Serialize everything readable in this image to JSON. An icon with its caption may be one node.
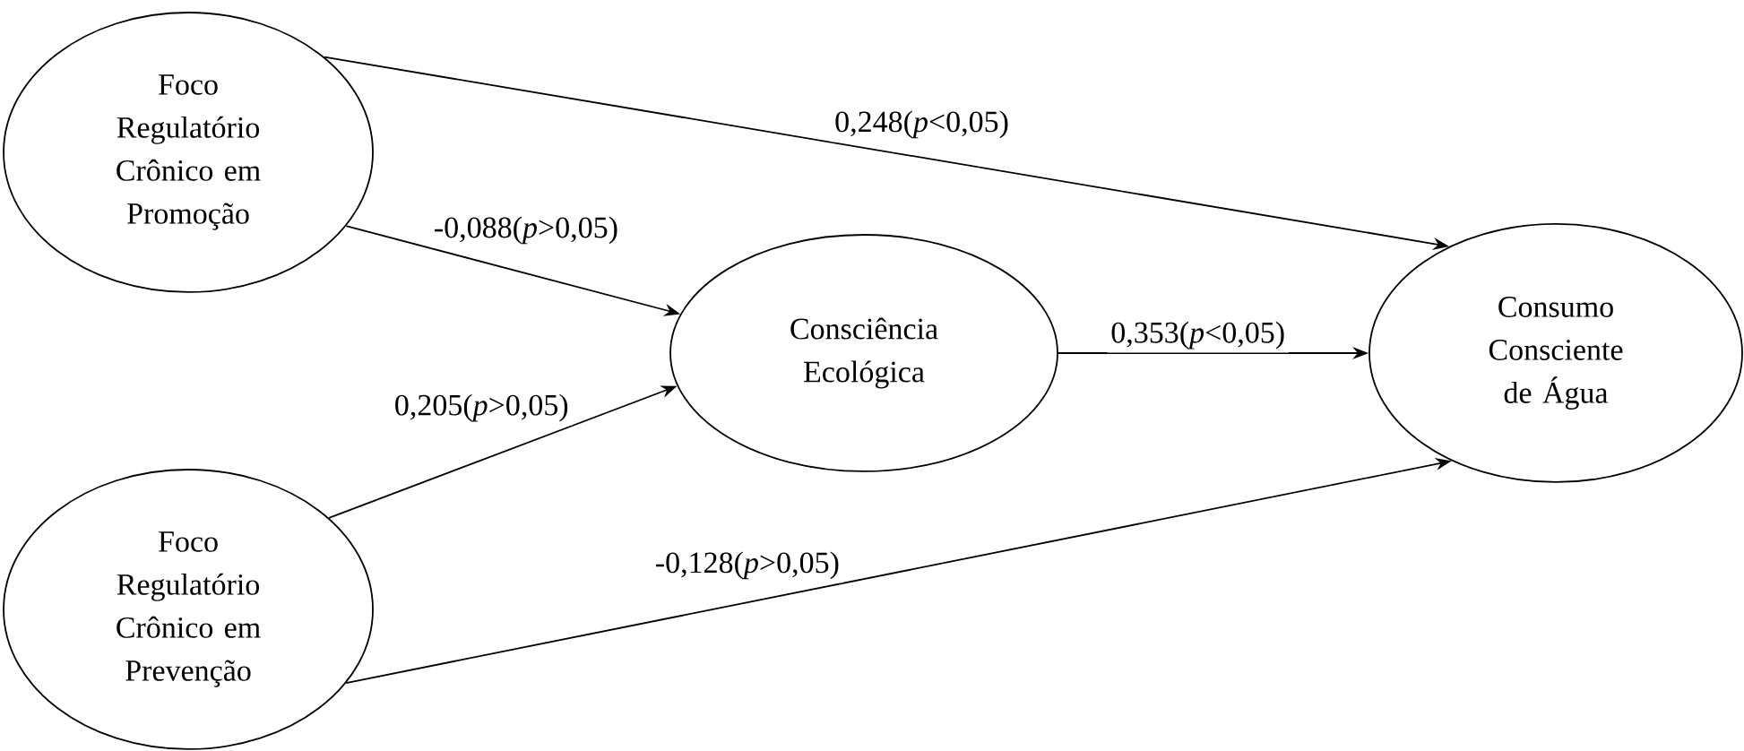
{
  "diagram": {
    "nodes": [
      {
        "text": [
          "Foco Regulatório Crônico em Promoção"
        ]
      },
      {
        "text": [
          "Consciência Ecológica"
        ]
      },
      {
        "text": [
          "Consumo Consciente de Água"
        ]
      },
      {
        "text": [
          "Foco Regulatório Crônico em Prevenção"
        ]
      }
    ],
    "edges": [
      {
        "from": 0,
        "to": 2,
        "arrow": "to",
        "label": "0,248(*p*<0,05)"
      },
      {
        "from": 0,
        "to": 1,
        "arrow": "to",
        "label": "-0,088(*p*>0,05)"
      },
      {
        "from": 1,
        "to": 2,
        "arrow": "to",
        "label": "0,353(*p*<0,05)"
      },
      {
        "from": 3,
        "to": 1,
        "arrow": "to",
        "label": "0,205(*p*>0,05)"
      },
      {
        "from": 3,
        "to": 2,
        "arrow": "to",
        "label": "-0,128(*p*>0,05)"
      }
    ]
  }
}
